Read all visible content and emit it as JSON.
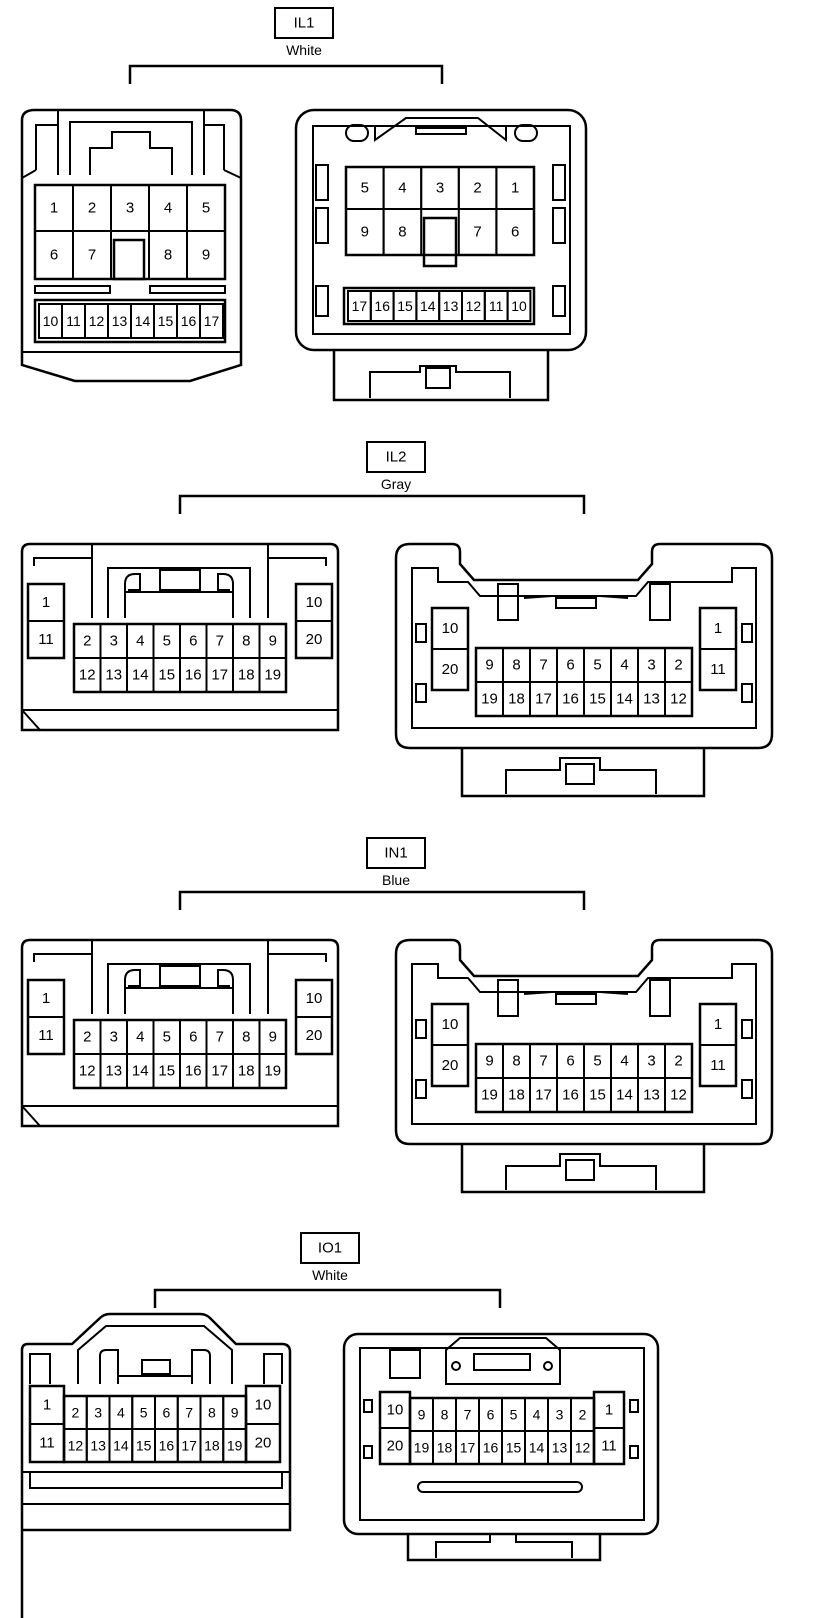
{
  "connectors": [
    {
      "id": "IL1",
      "color": "White",
      "left": {
        "top": [
          "1",
          "2",
          "3",
          "4",
          "5"
        ],
        "mid": [
          "6",
          "7",
          "",
          "8",
          "9"
        ],
        "bottom": [
          "10",
          "11",
          "12",
          "13",
          "14",
          "15",
          "16",
          "17"
        ]
      },
      "right": {
        "top": [
          "5",
          "4",
          "3",
          "2",
          "1"
        ],
        "mid": [
          "9",
          "8",
          "",
          "7",
          "6"
        ],
        "bottom": [
          "17",
          "16",
          "15",
          "14",
          "13",
          "12",
          "11",
          "10"
        ]
      }
    },
    {
      "id": "IL2",
      "color": "Gray",
      "left": {
        "side_l": [
          "1",
          "11"
        ],
        "row1": [
          "2",
          "3",
          "4",
          "5",
          "6",
          "7",
          "8",
          "9"
        ],
        "row2": [
          "12",
          "13",
          "14",
          "15",
          "16",
          "17",
          "18",
          "19"
        ],
        "side_r": [
          "10",
          "20"
        ]
      },
      "right": {
        "side_l": [
          "10",
          "20"
        ],
        "row1": [
          "9",
          "8",
          "7",
          "6",
          "5",
          "4",
          "3",
          "2"
        ],
        "row2": [
          "19",
          "18",
          "17",
          "16",
          "15",
          "14",
          "13",
          "12"
        ],
        "side_r": [
          "1",
          "11"
        ]
      }
    },
    {
      "id": "IN1",
      "color": "Blue",
      "left": {
        "side_l": [
          "1",
          "11"
        ],
        "row1": [
          "2",
          "3",
          "4",
          "5",
          "6",
          "7",
          "8",
          "9"
        ],
        "row2": [
          "12",
          "13",
          "14",
          "15",
          "16",
          "17",
          "18",
          "19"
        ],
        "side_r": [
          "10",
          "20"
        ]
      },
      "right": {
        "side_l": [
          "10",
          "20"
        ],
        "row1": [
          "9",
          "8",
          "7",
          "6",
          "5",
          "4",
          "3",
          "2"
        ],
        "row2": [
          "19",
          "18",
          "17",
          "16",
          "15",
          "14",
          "13",
          "12"
        ],
        "side_r": [
          "1",
          "11"
        ]
      }
    },
    {
      "id": "IO1",
      "color": "White",
      "left": {
        "side_l": [
          "1",
          "11"
        ],
        "row1": [
          "2",
          "3",
          "4",
          "5",
          "6",
          "7",
          "8",
          "9"
        ],
        "row2": [
          "12",
          "13",
          "14",
          "15",
          "16",
          "17",
          "18",
          "19"
        ],
        "side_r": [
          "10",
          "20"
        ]
      },
      "right": {
        "side_l": [
          "10",
          "20"
        ],
        "row1": [
          "9",
          "8",
          "7",
          "6",
          "5",
          "4",
          "3",
          "2"
        ],
        "row2": [
          "19",
          "18",
          "17",
          "16",
          "15",
          "14",
          "13",
          "12"
        ],
        "side_r": [
          "1",
          "11"
        ]
      }
    }
  ]
}
